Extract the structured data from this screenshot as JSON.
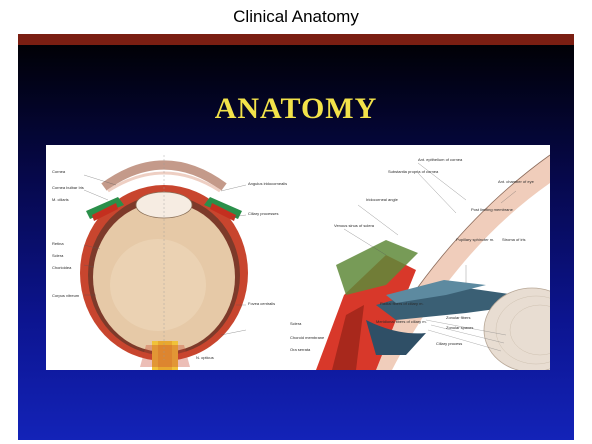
{
  "header": {
    "title": "Clinical Anatomy"
  },
  "slide": {
    "title": "ANATOMY",
    "colors": {
      "title": "#f2e24a",
      "bar": "#7a1e12",
      "bg_top": "#000000",
      "bg_bottom": "#1323b8"
    }
  },
  "figure": {
    "left_labels": [
      "Cornea",
      "Cornea bulbar Iris",
      "M. ciliaris",
      "Angulus iridocornealis",
      "Ciliary processes",
      "Retina",
      "Sclera",
      "Chorioidea",
      "Corpus vitreum",
      "Fovea centralis",
      "N. opticus"
    ],
    "right_labels": [
      "Ant. epithelium of cornea",
      "Substantia propria of cornea",
      "Ant. chamber of eye",
      "Post limiting membrane",
      "Iridocorneal angle",
      "Venous sinus of sclera",
      "Pupillary sphincter m.",
      "Stroma of iris",
      "Sclera",
      "Choroid membrane",
      "Ora serrata",
      "Radial fibers of ciliary m.",
      "Meridional fibers of ciliary m.",
      "Zonular fibers",
      "Zonular spaces",
      "Ciliary process"
    ]
  }
}
